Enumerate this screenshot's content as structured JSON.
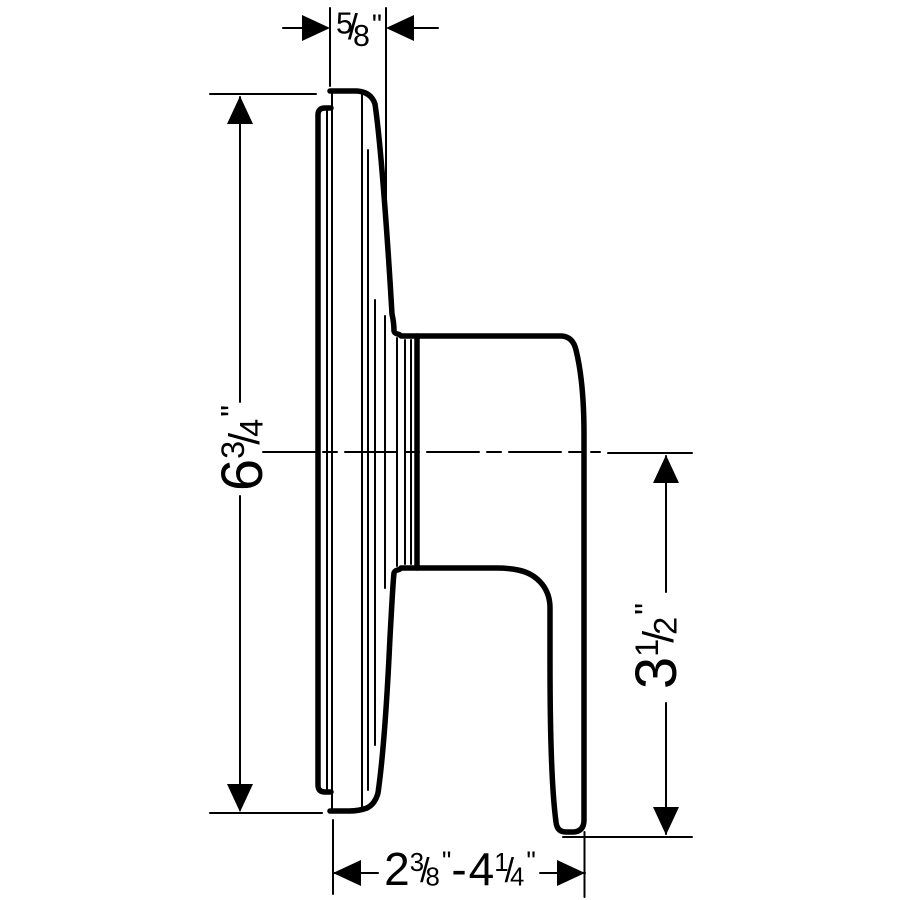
{
  "diagram": {
    "background_color": "#ffffff",
    "line_color": "#000000",
    "subject": "valve-trim-side-profile",
    "dimensions": {
      "top": {
        "text": "5/8\"",
        "num": "5",
        "slash": "/",
        "den": "8",
        "unit": "\""
      },
      "left": {
        "text": "6 3/4\"",
        "whole": "6",
        "num": "3",
        "slash": "/",
        "den": "4",
        "unit": "\""
      },
      "right": {
        "text": "3 1/2\"",
        "whole": "3",
        "num": "1",
        "slash": "/",
        "den": "2",
        "unit": "\""
      },
      "bottom": {
        "text": "2 3/8\"-4 1/4\"",
        "whole1": "2",
        "num1": "3",
        "slash1": "/",
        "den1": "8",
        "unit1": "\"",
        "separator": "-",
        "whole2": "4",
        "num2": "1",
        "slash2": "/",
        "den2": "4",
        "unit2": "\""
      }
    }
  }
}
